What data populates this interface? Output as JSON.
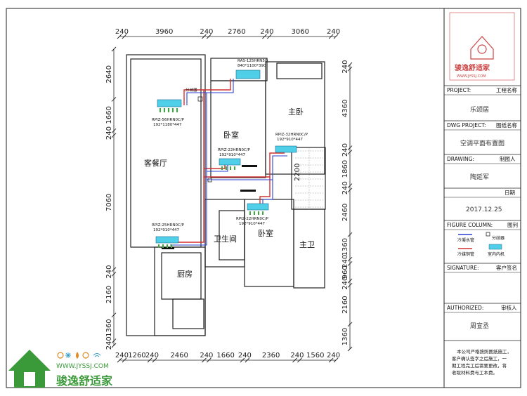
{
  "dimensions": {
    "top": [
      "240",
      "3960",
      "240",
      "2760",
      "240",
      "3060",
      "240"
    ],
    "bottom": [
      "240",
      "1260",
      "240",
      "2460",
      "240",
      "1660",
      "240",
      "2360",
      "240",
      "1560",
      "240"
    ],
    "left": [
      "2640",
      "1660",
      "240",
      "7060",
      "240",
      "2160",
      "1360",
      "240"
    ],
    "right": [
      "240",
      "4360",
      "240",
      "1860",
      "240",
      "2460",
      "1360",
      "240",
      "960",
      "240",
      "2160",
      "1360"
    ],
    "inner_right": "2200"
  },
  "rooms": {
    "living": "客餐厅",
    "bedroom_a": "卧室",
    "master": "主卧",
    "bath": "卫生间",
    "bedroom_b": "卧室",
    "master_bath": "主卫",
    "kitchen": "厨房"
  },
  "units": {
    "outdoor": {
      "model": "RAS-125HRN5Q",
      "size": "840*1100*390"
    },
    "living": {
      "model": "RPIZ-56HRN0C/P",
      "size": "192*1180*447"
    },
    "bedroom_a": {
      "model": "RPIZ-22HRN0C/P",
      "size": "192*910*447"
    },
    "master": {
      "model": "RPIZ-32HRN0C/P",
      "size": "192*910*447"
    },
    "bedroom_b": {
      "model": "RPIZ-22HRN0C/P",
      "size": "192*910*447"
    },
    "kitchen": {
      "model": "RPIZ-25HRN0C/P",
      "size": "192*910*447"
    },
    "splitter_label": "分歧器"
  },
  "title_block": {
    "logo_text": "骏逸舒适家",
    "logo_url": "WWW.JYSSJ.COM",
    "project_label": "PROJECT:",
    "project_cn": "工程名称",
    "project_value": "乐颂居",
    "dwg_label": "DWG PROJECT:",
    "dwg_cn": "图纸名称",
    "dwg_value": "空调平面布置图",
    "drawer_label": "DRAWING:",
    "drawer_cn": "制图人",
    "drawer_value": "陶延军",
    "date_cn": "日期",
    "date_value": "2017.12.25",
    "figure_label": "FIGURE COLUMN:",
    "figure_cn": "图列",
    "legend": {
      "condensate": "冷凝水管",
      "refrigerant": "冷媒铜管",
      "splitter": "分歧器",
      "indoor": "室内内机"
    },
    "signature_label": "SIGNATURE:",
    "signature_cn": "客户签名",
    "authorized_label": "AUTHORIZED:",
    "authorized_cn": "审核人",
    "authorized_value": "周宣丞",
    "note": [
      "本公司严格按照图纸施工，",
      "客户确认签字之后施工，一",
      "期工程完工后需要更改，将",
      "收取材料费与工本费。"
    ]
  },
  "brand": {
    "name": "骏逸舒适家",
    "url": "WWW.JYSSJ.COM",
    "color": "#3a9a3a"
  },
  "colors": {
    "refrigerant": "#d23030",
    "condensate": "#2b3fd0",
    "unit": "#4fd0e8",
    "stair": "#888888"
  }
}
